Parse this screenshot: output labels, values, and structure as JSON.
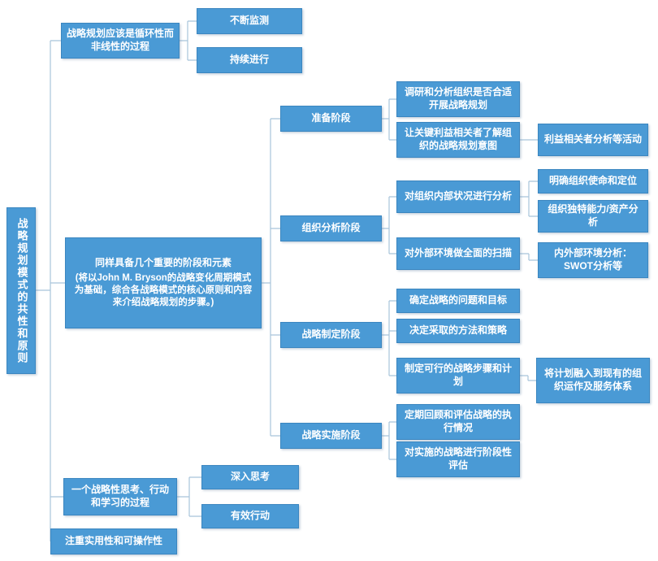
{
  "mindmap": {
    "root": {
      "label": "战略规划模式的共性和原则"
    },
    "branches": [
      {
        "label": "战略规划应该是循环性而非线性的过程",
        "children": [
          {
            "label": "不断监测"
          },
          {
            "label": "持续进行"
          }
        ]
      },
      {
        "label": "同样具备几个重要的阶段和元素",
        "note": "(将以John M. Bryson的战略变化周期模式为基础，综合各战略模式的核心原则和内容来介绍战略规划的步骤。)",
        "children": [
          {
            "label": "准备阶段",
            "children": [
              {
                "label": "调研和分析组织是否合适开展战略规划"
              },
              {
                "label": "让关键利益相关者了解组织的战略规划意图",
                "children": [
                  {
                    "label": "利益相关者分析等活动"
                  }
                ]
              }
            ]
          },
          {
            "label": "组织分析阶段",
            "children": [
              {
                "label": "对组织内部状况进行分析",
                "children": [
                  {
                    "label": "明确组织使命和定位"
                  },
                  {
                    "label": "组织独特能力/资产分析"
                  }
                ]
              },
              {
                "label": "对外部环境做全面的扫描",
                "children": [
                  {
                    "label": "内外部环境分析：SWOT分析等"
                  }
                ]
              }
            ]
          },
          {
            "label": "战略制定阶段",
            "children": [
              {
                "label": "确定战略的问题和目标"
              },
              {
                "label": "决定采取的方法和策略"
              },
              {
                "label": "制定可行的战略步骤和计划",
                "children": [
                  {
                    "label": "将计划融入到现有的组织运作及服务体系"
                  }
                ]
              }
            ]
          },
          {
            "label": "战略实施阶段",
            "children": [
              {
                "label": "定期回顾和评估战略的执行情况"
              },
              {
                "label": "对实施的战略进行阶段性评估"
              }
            ]
          }
        ]
      },
      {
        "label": "一个战略性思考、行动和学习的过程",
        "children": [
          {
            "label": "深入思考"
          },
          {
            "label": "有效行动"
          }
        ]
      },
      {
        "label": "注重实用性和可操作性"
      }
    ]
  },
  "colors": {
    "bg": "#ffffff",
    "node_fill": "#4a9ad5",
    "node_border": "#3b86c0",
    "connector": "#a8c4da",
    "text": "#ffffff"
  }
}
